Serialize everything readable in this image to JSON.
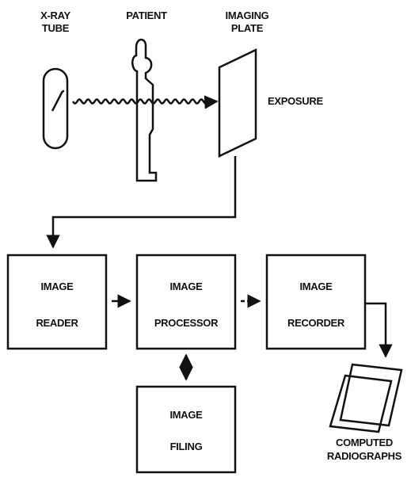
{
  "labels": {
    "xray_tube": [
      "X-RAY",
      "TUBE"
    ],
    "patient": "PATIENT",
    "imaging_plate": [
      "IMAGING",
      "PLATE"
    ],
    "exposure": "EXPOSURE",
    "computed_radiographs": [
      "COMPUTED",
      "RADIOGRAPHS"
    ]
  },
  "boxes": {
    "image_reader": [
      "IMAGE",
      "READER"
    ],
    "image_processor": [
      "IMAGE",
      "PROCESSOR"
    ],
    "image_recorder": [
      "IMAGE",
      "RECORDER"
    ],
    "image_filing": [
      "IMAGE",
      "FILING"
    ]
  }
}
